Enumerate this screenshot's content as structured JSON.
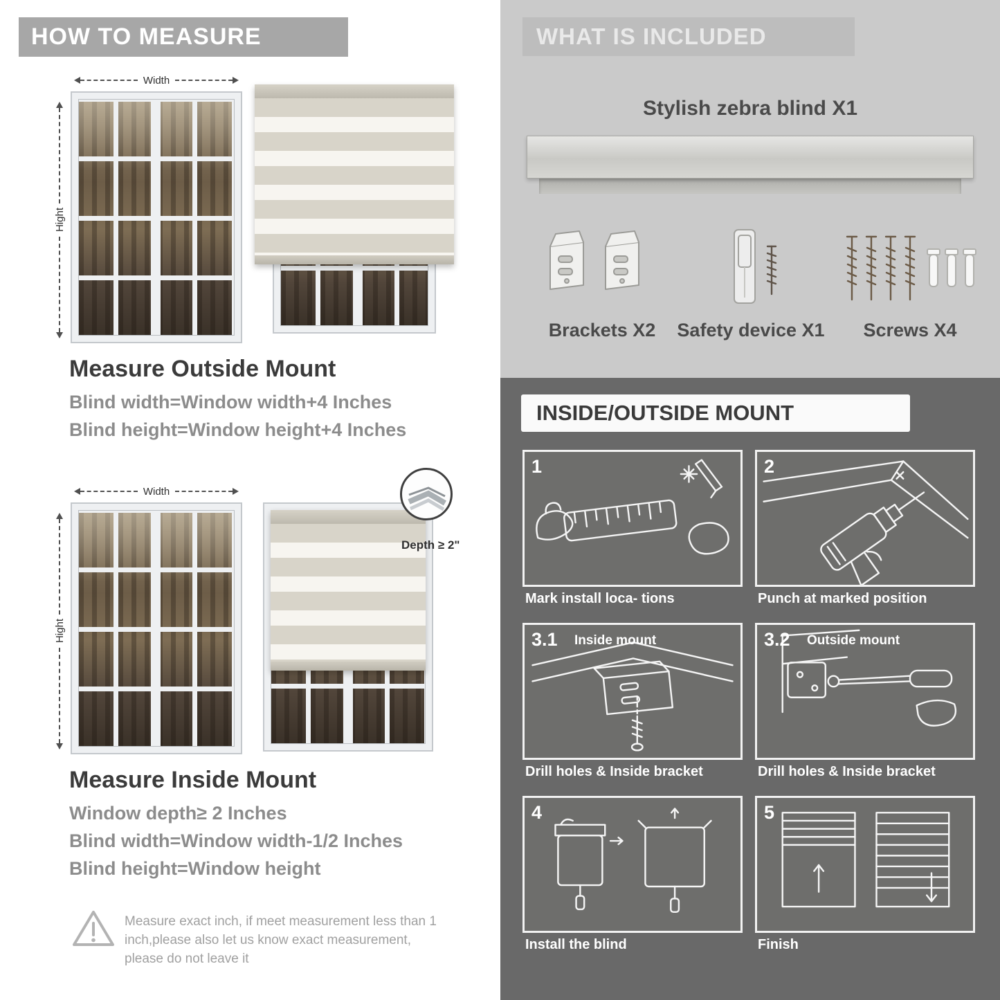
{
  "left": {
    "banner": "HOW TO MEASURE",
    "labels": {
      "width": "Width",
      "height": "Hight"
    },
    "outside": {
      "title": "Measure Outside Mount",
      "line1": "Blind width=Window width+4 Inches",
      "line2": "Blind height=Window height+4 Inches"
    },
    "inside": {
      "title": "Measure Inside Mount",
      "depth_callout": "Depth ≥ 2\"",
      "line1": "Window depth≥ 2 Inches",
      "line2": "Blind width=Window width-1/2 Inches",
      "line3": "Blind height=Window height"
    },
    "warning_text": "Measure exact inch, if meet measurement less than 1 inch,please also let us know exact measurement, please do not leave it"
  },
  "right": {
    "included": {
      "banner": "WHAT IS INCLUDED",
      "product_label": "Stylish zebra blind X1",
      "items": [
        {
          "label": "Brackets X2"
        },
        {
          "label": "Safety device X1"
        },
        {
          "label": "Screws X4"
        }
      ]
    },
    "mount": {
      "banner": "INSIDE/OUTSIDE MOUNT",
      "steps": [
        {
          "num": "1",
          "label": "",
          "caption": "Mark install loca- tions"
        },
        {
          "num": "2",
          "label": "",
          "caption": "Punch at  marked position"
        },
        {
          "num": "3.1",
          "label": "Inside mount",
          "caption": "Drill holes &  Inside bracket"
        },
        {
          "num": "3.2",
          "label": "Outside mount",
          "caption": "Drill holes &  Inside bracket"
        },
        {
          "num": "4",
          "label": "",
          "caption": "Install the blind"
        },
        {
          "num": "5",
          "label": "",
          "caption": "Finish"
        }
      ]
    }
  },
  "colors": {
    "banner_gray": "#a7a7a7",
    "light_block": "#cacaca",
    "included_bar": "#bdbdbd",
    "dark_block": "#696969",
    "title_text": "#3b3b3b",
    "body_text": "#8c8c8c"
  }
}
